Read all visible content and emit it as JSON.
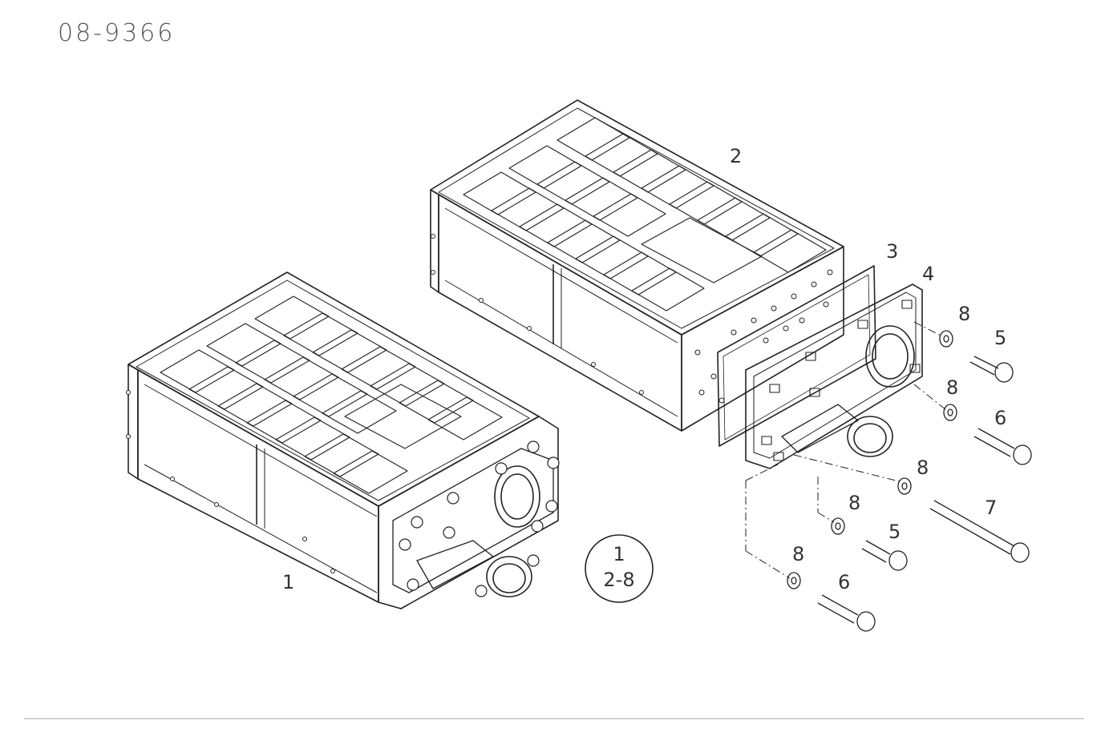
{
  "drawing": {
    "number": "08-9366",
    "callouts": [
      {
        "id": "c2",
        "text": "2"
      },
      {
        "id": "c3",
        "text": "3"
      },
      {
        "id": "c4",
        "text": "4"
      },
      {
        "id": "c8a",
        "text": "8"
      },
      {
        "id": "c5a",
        "text": "5"
      },
      {
        "id": "c8b",
        "text": "8"
      },
      {
        "id": "c6a",
        "text": "6"
      },
      {
        "id": "c8c",
        "text": "8"
      },
      {
        "id": "c7",
        "text": "7"
      },
      {
        "id": "c8d",
        "text": "8"
      },
      {
        "id": "c5b",
        "text": "5"
      },
      {
        "id": "c8e",
        "text": "8"
      },
      {
        "id": "c6b",
        "text": "6"
      },
      {
        "id": "c1",
        "text": "1"
      }
    ],
    "reference_circle": {
      "top": "1",
      "bottom": "2-8"
    }
  },
  "colors": {
    "line": "#222222",
    "background": "#ffffff"
  }
}
